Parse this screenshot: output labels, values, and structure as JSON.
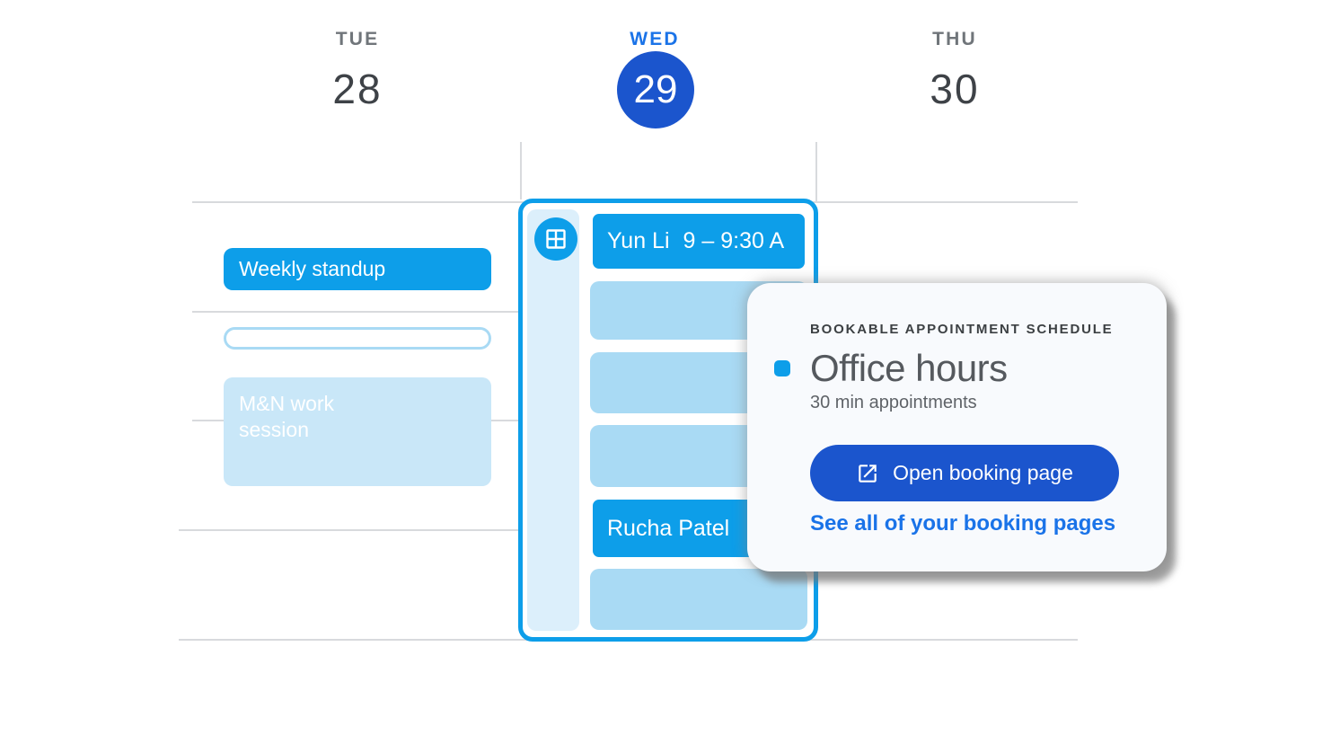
{
  "colors": {
    "bright_blue": "#0d9ee9",
    "slot_blue": "#a9daf4",
    "pale_blue": "#dceffb",
    "soft_blue": "#c9e7f8",
    "deep_blue": "#1b55cd",
    "link_blue": "#1a73e8",
    "grid_gray": "#d8dadd"
  },
  "header": {
    "days": [
      {
        "weekday": "TUE",
        "date": "28",
        "active": false
      },
      {
        "weekday": "WED",
        "date": "29",
        "active": true
      },
      {
        "weekday": "THU",
        "date": "30",
        "active": false
      }
    ]
  },
  "tuesday": {
    "events": [
      {
        "style": "solid",
        "title": "Weekly standup"
      },
      {
        "style": "outline",
        "title": ""
      },
      {
        "style": "soft",
        "title": "M&N work session"
      }
    ]
  },
  "wednesday": {
    "slots": [
      {
        "kind": "booked",
        "title": "Yun Li",
        "time": "9 – 9:30 A"
      },
      {
        "kind": "open"
      },
      {
        "kind": "open"
      },
      {
        "kind": "open"
      },
      {
        "kind": "booked",
        "title": "Rucha Patel",
        "time": ""
      },
      {
        "kind": "open"
      }
    ]
  },
  "card": {
    "eyebrow": "BOOKABLE APPOINTMENT SCHEDULE",
    "title": "Office hours",
    "subtitle": "30 min appointments",
    "button": "Open booking page",
    "link": "See all of your booking pages"
  }
}
